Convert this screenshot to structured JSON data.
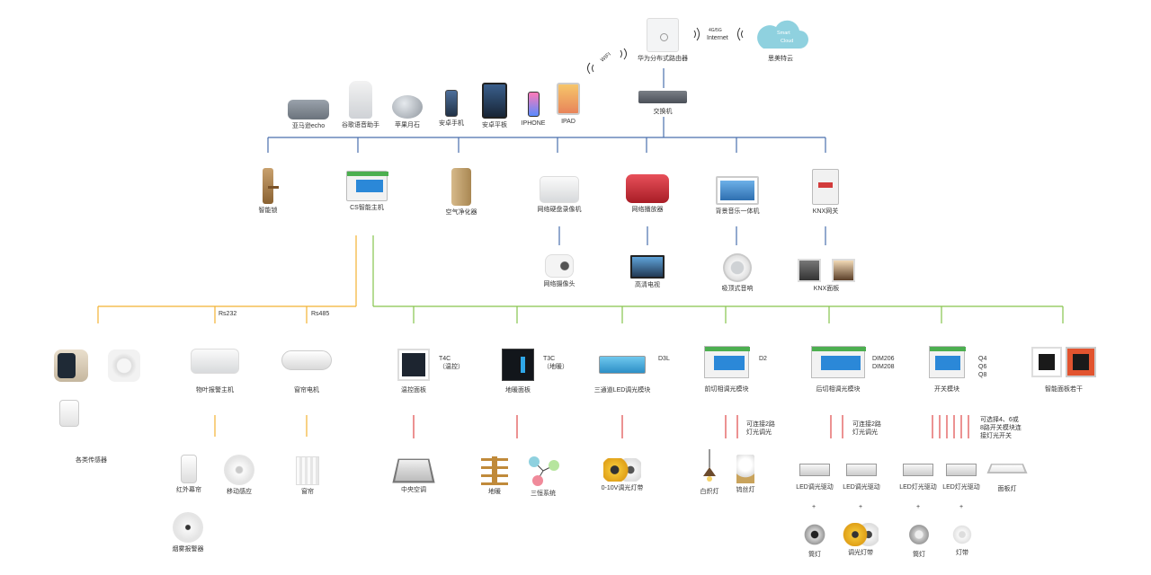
{
  "colors": {
    "blue_line": "#4a6fae",
    "orange_line": "#f2b233",
    "green_line": "#86c44c",
    "red_line": "#e04a4a",
    "cloud": "#8fd1df"
  },
  "cloud": {
    "line1": "Smart",
    "line2": "Cloud",
    "label": "思美特云"
  },
  "internet": {
    "line1": "4G/5G",
    "line2": "Internet"
  },
  "wifi_label": "WIFI",
  "router_label": "华为分布式路由器",
  "switch_label": "交换机",
  "top_devices": [
    "亚马逊echo",
    "谷歌语音助手",
    "苹果月石",
    "安卓手机",
    "安卓平板",
    "IPHONE",
    "IPAD"
  ],
  "row2": [
    "智能锁",
    "CS智能主机",
    "空气净化器",
    "网络硬盘录像机",
    "网络播放器",
    "背景音乐一体机",
    "KNX网关"
  ],
  "row3": [
    "网络摄像头",
    "高清电视",
    "吸顶式音响",
    "KNX面板"
  ],
  "bus_labels": {
    "rs232": "Rs232",
    "rs485": "Rs485"
  },
  "row4": {
    "sensors": "各类传感器",
    "ir_host": "物叶报警主机",
    "curtain_motor": "窗帘电机",
    "thermostat": "温控面板",
    "floor_panel": "地暖面板",
    "led_module": "三通道LED调光模块",
    "leading_edge": "前切相调光模块",
    "trailing_edge": "后切相调光模块",
    "switch_module": "开关模块",
    "smart_panel": "智能面板若干"
  },
  "tags": {
    "t4c": "T4C\n（温控）",
    "t3c": "T3C\n（地暖）",
    "d3l": "D3L",
    "d2": "D2",
    "dim": "DIM206\nDIM208",
    "q": "Q4\nQ6\nQ8"
  },
  "notes": {
    "d2": "可连接2路\n灯光调光",
    "dim": "可连接2路\n灯光调光",
    "q": "可选择4、6或\n8路开关模块连\n接灯光开关"
  },
  "row5": {
    "ir_curtain": "红外幕帘",
    "motion": "移动感应",
    "curtain": "窗帘",
    "ac": "中央空调",
    "floor_heat": "地暖",
    "hvac": "三恒系统",
    "led_strip": "0-10V调光灯带",
    "chandelier": "白炽灯",
    "halogen": "钨丝灯",
    "led_driver1": "LED调光驱动",
    "led_driver2": "LED调光驱动",
    "led_driver3": "LED灯光驱动",
    "led_driver4": "LED灯光驱动",
    "panel_light": "面板灯",
    "smoke": "烟雾报警器"
  },
  "plus": "+",
  "row6": [
    "筒灯",
    "调光灯带",
    "筒灯",
    "灯带"
  ]
}
